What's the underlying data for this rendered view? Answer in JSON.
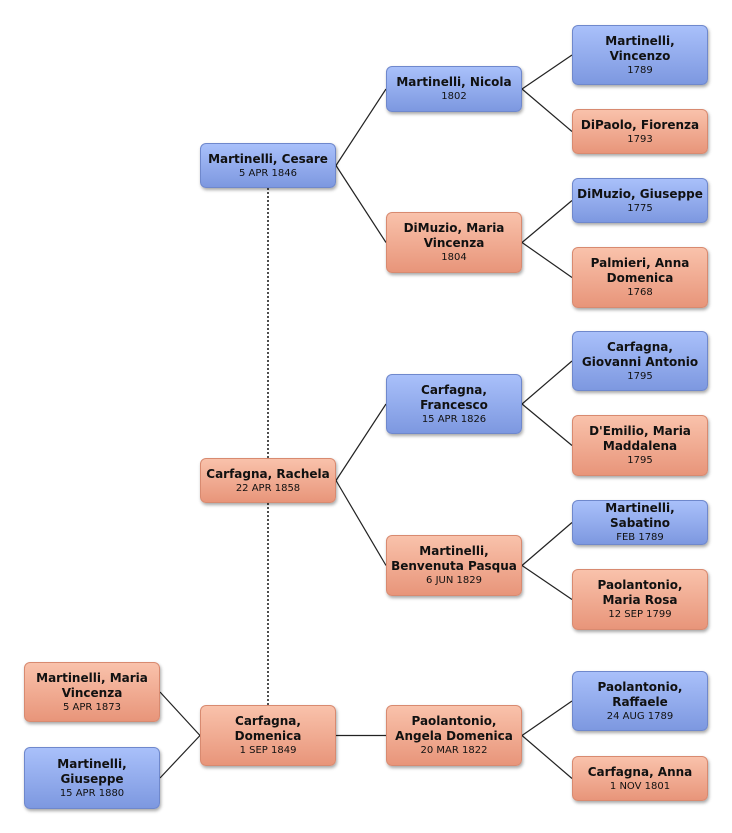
{
  "people": {
    "p1": {
      "name": "Martinelli, Maria Vincenza",
      "date": "5 APR 1873",
      "sex": "female"
    },
    "p2": {
      "name": "Martinelli, Giuseppe",
      "date": "15 APR 1880",
      "sex": "male"
    },
    "p3": {
      "name": "Martinelli, Cesare",
      "date": "5 APR 1846",
      "sex": "male"
    },
    "p4": {
      "name": "Carfagna, Rachela",
      "date": "22 APR 1858",
      "sex": "female"
    },
    "p5": {
      "name": "Carfagna, Domenica",
      "date": "1 SEP 1849",
      "sex": "female"
    },
    "p6": {
      "name": "Martinelli, Nicola",
      "date": "1802",
      "sex": "male"
    },
    "p7": {
      "name": "DiMuzio, Maria Vincenza",
      "date": "1804",
      "sex": "female"
    },
    "p8": {
      "name": "Carfagna, Francesco",
      "date": "15 APR 1826",
      "sex": "male"
    },
    "p9": {
      "name": "Martinelli, Benvenuta Pasqua",
      "date": "6 JUN 1829",
      "sex": "female"
    },
    "p10": {
      "name": "Paolantonio, Angela Domenica",
      "date": "20 MAR 1822",
      "sex": "female"
    },
    "p11": {
      "name": "Martinelli, Vincenzo",
      "date": "1789",
      "sex": "male"
    },
    "p12": {
      "name": "DiPaolo, Fiorenza",
      "date": "1793",
      "sex": "female"
    },
    "p13": {
      "name": "DiMuzio, Giuseppe",
      "date": "1775",
      "sex": "male"
    },
    "p14": {
      "name": "Palmieri, Anna Domenica",
      "date": "1768",
      "sex": "female"
    },
    "p15": {
      "name": "Carfagna, Giovanni Antonio",
      "date": "1795",
      "sex": "male"
    },
    "p16": {
      "name": "D'Emilio, Maria Maddalena",
      "date": "1795",
      "sex": "female"
    },
    "p17": {
      "name": "Martinelli, Sabatino",
      "date": "FEB 1789",
      "sex": "male"
    },
    "p18": {
      "name": "Paolantonio, Maria Rosa",
      "date": "12 SEP 1799",
      "sex": "female"
    },
    "p19": {
      "name": "Paolantonio, Raffaele",
      "date": "24 AUG 1789",
      "sex": "male"
    },
    "p20": {
      "name": "Carfagna, Anna",
      "date": "1 NOV 1801",
      "sex": "female"
    }
  },
  "links": [
    [
      "p1",
      "p5"
    ],
    [
      "p2",
      "p5"
    ],
    [
      "p3",
      "p6"
    ],
    [
      "p3",
      "p7"
    ],
    [
      "p4",
      "p8"
    ],
    [
      "p4",
      "p9"
    ],
    [
      "p5",
      "p10"
    ],
    [
      "p6",
      "p11"
    ],
    [
      "p6",
      "p12"
    ],
    [
      "p7",
      "p13"
    ],
    [
      "p7",
      "p14"
    ],
    [
      "p8",
      "p15"
    ],
    [
      "p8",
      "p16"
    ],
    [
      "p9",
      "p17"
    ],
    [
      "p9",
      "p18"
    ],
    [
      "p10",
      "p19"
    ],
    [
      "p10",
      "p20"
    ]
  ],
  "spouse_links": [
    [
      "p3",
      "p4"
    ],
    [
      "p4",
      "p5"
    ]
  ]
}
